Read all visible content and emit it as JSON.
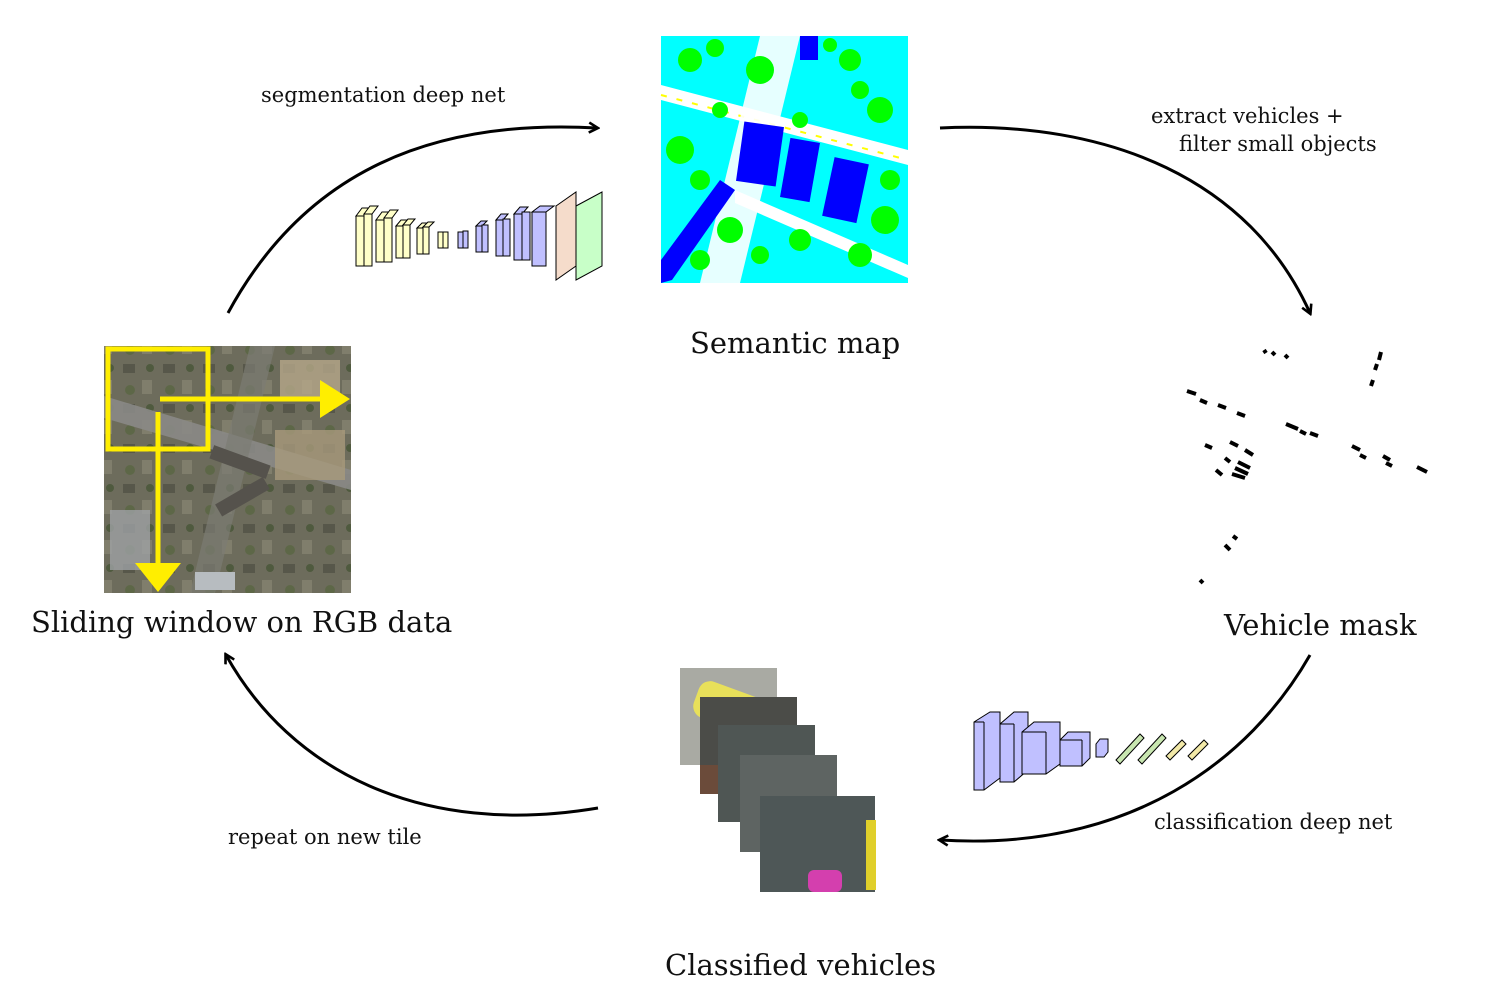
{
  "nodes": {
    "sliding_window": "Sliding window on RGB data",
    "semantic_map": "Semantic map",
    "vehicle_mask": "Vehicle mask",
    "classified_vehicles": "Classified vehicles"
  },
  "edges": {
    "segmentation": "segmentation deep net",
    "extract_line1": "extract vehicles +",
    "extract_line2": "filter small objects",
    "classification": "classification deep net",
    "repeat": "repeat on new tile"
  },
  "colors": {
    "window": "#ffee00",
    "seg_building": "#0000ff",
    "seg_low_veg": "#00ffff",
    "seg_tree": "#00ff00",
    "seg_car": "#ffff00",
    "net_yellow": "#ffffc8",
    "net_blue": "#c0c0ff",
    "net_peach": "#f5dccb",
    "net_green": "#c8ffc8"
  }
}
